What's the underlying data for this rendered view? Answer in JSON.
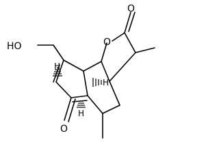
{
  "molecule": {
    "labels": {
      "hydroxyl": "HO",
      "lactone_carbonyl_o": "O",
      "ring_o": "O",
      "ketone_o": "O",
      "h_a": "H",
      "h_b": "H",
      "h_c": "H"
    }
  }
}
